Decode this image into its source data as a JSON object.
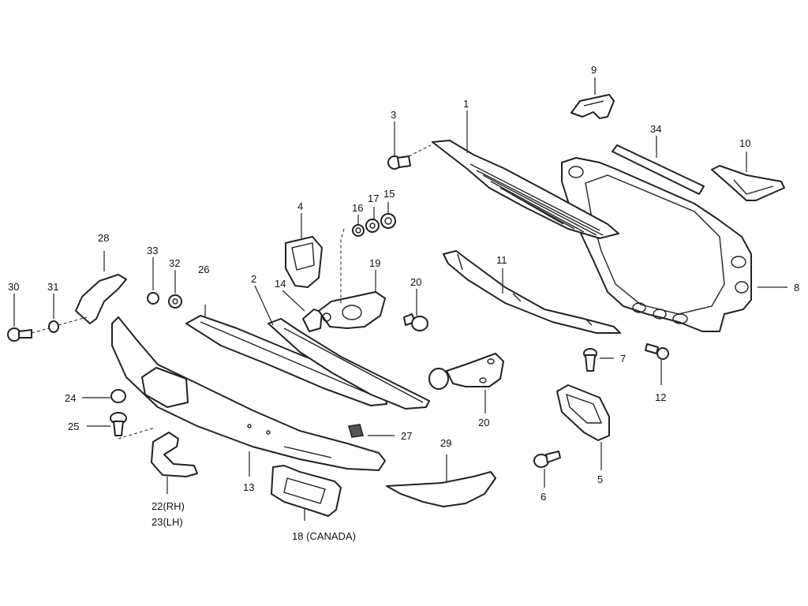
{
  "callouts": {
    "c1": "1",
    "c2": "2",
    "c3": "3",
    "c4": "4",
    "c5": "5",
    "c6": "6",
    "c7": "7",
    "c8": "8",
    "c9": "9",
    "c10": "10",
    "c11": "11",
    "c12": "12",
    "c13": "13",
    "c14": "14",
    "c15": "15",
    "c16": "16",
    "c17": "17",
    "c18": "18 (CANADA)",
    "c19": "19",
    "c20a": "20",
    "c20b": "20",
    "c22": "22(RH)",
    "c23": "23(LH)",
    "c24": "24",
    "c25": "25",
    "c26": "26",
    "c27": "27",
    "c28": "28",
    "c29": "29",
    "c30": "30",
    "c31": "31",
    "c32": "32",
    "c33": "33",
    "c34": "34"
  }
}
